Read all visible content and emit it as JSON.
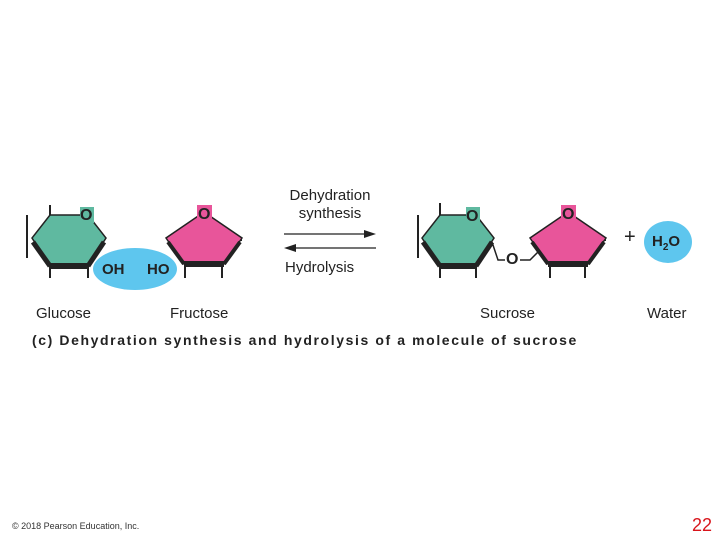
{
  "reaction": {
    "forward_label": "Dehydration synthesis",
    "reverse_label": "Hydrolysis",
    "plus_sign": "+"
  },
  "molecules": {
    "glucose": {
      "name": "Glucose",
      "ring_oxygen": "O",
      "hydroxyl": "OH"
    },
    "fructose": {
      "name": "Fructose",
      "ring_oxygen": "O",
      "hydroxyl": "HO"
    },
    "sucrose": {
      "name": "Sucrose",
      "ring_oxygen_left": "O",
      "ring_oxygen_right": "O",
      "bridge_oxygen": "O"
    },
    "water": {
      "name": "Water",
      "formula_main": "H",
      "formula_sub": "2",
      "formula_end": "O"
    }
  },
  "caption": "(c) Dehydration synthesis and hydrolysis of a molecule of sucrose",
  "footer": {
    "copyright": "© 2018 Pearson Education, Inc.",
    "page_number": "22"
  },
  "colors": {
    "glucose_ring": "#5fb9a0",
    "fructose_ring": "#e8559a",
    "water_blob": "#5ec6ee",
    "outline": "#222222",
    "page_number": "#d8141b"
  }
}
